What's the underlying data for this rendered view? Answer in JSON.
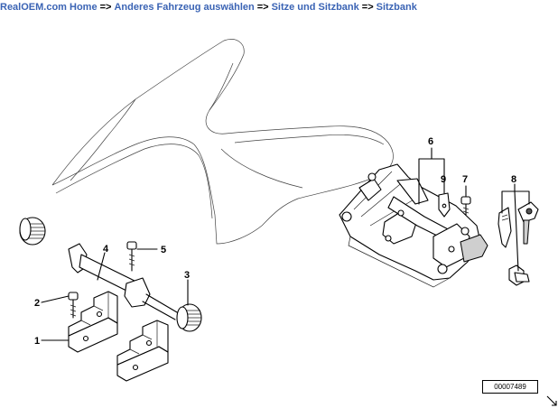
{
  "breadcrumb": {
    "items": [
      {
        "label": "RealOEM.com Home"
      },
      {
        "label": "Anderes Fahrzeug auswählen"
      },
      {
        "label": "Sitze und Sitzbank"
      },
      {
        "label": "Sitzbank"
      }
    ],
    "separator": "=>"
  },
  "diagram": {
    "callouts": [
      "1",
      "2",
      "3",
      "4",
      "5",
      "6",
      "7",
      "8",
      "9"
    ],
    "image_code": "00007489"
  },
  "colors": {
    "link": "#3a63b4",
    "line": "#000000",
    "background": "#ffffff"
  }
}
